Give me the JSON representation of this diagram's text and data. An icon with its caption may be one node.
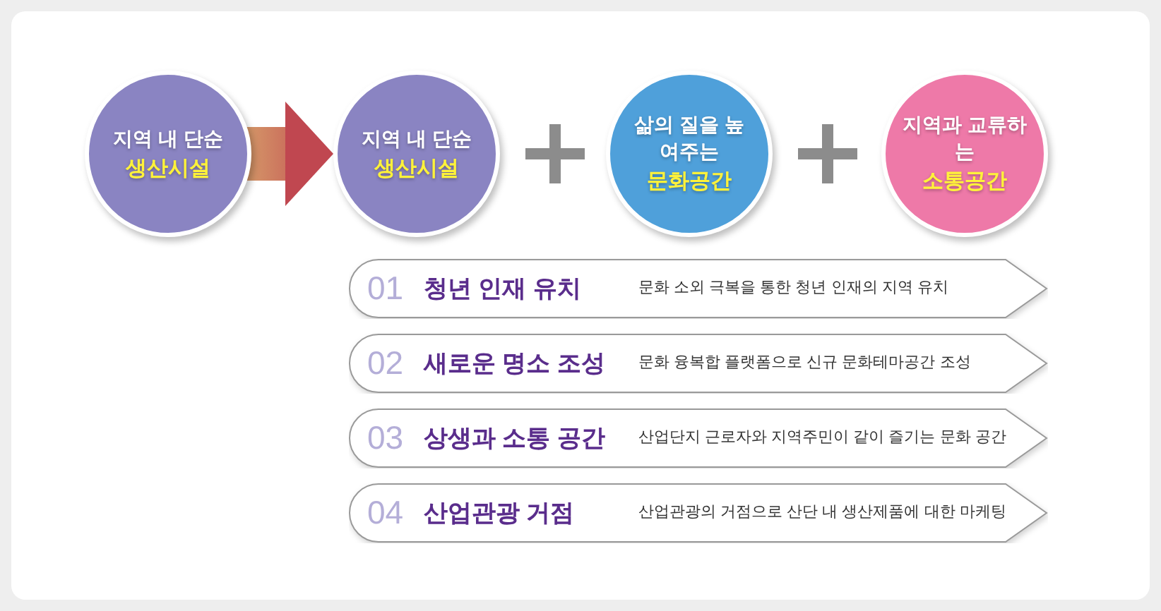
{
  "diagram": {
    "nodes": [
      {
        "text": [
          "지역 내 단순",
          "생산시설"
        ]
      },
      {
        "text": [
          "지역 내 단순",
          "생산시설"
        ]
      },
      {
        "text": [
          "삶의 질을 높여주는",
          "문화공간"
        ]
      },
      {
        "text": [
          "지역과 교류하는",
          "소통공간"
        ]
      },
      {
        "text": [
          "01",
          "청년 인재 유치",
          "문화 소외 극복을 통한 청년 인재의 지역 유치"
        ]
      },
      {
        "text": [
          "02",
          "새로운 명소 조성",
          "문화 융복합 플랫폼으로 신규 문화테마공간 조성"
        ]
      },
      {
        "text": [
          "03",
          "상생과 소통 공간",
          "산업단지 근로자와 지역주민이 같이 즐기는 문화 공간"
        ]
      },
      {
        "text": [
          "04",
          "산업관광 거점",
          "산업관광의 거점으로 산단 내 생산제품에 대한 마케팅"
        ]
      }
    ],
    "edges": [
      {
        "from": 0,
        "to": 1,
        "arrow": "to",
        "style": "thick"
      }
    ]
  }
}
